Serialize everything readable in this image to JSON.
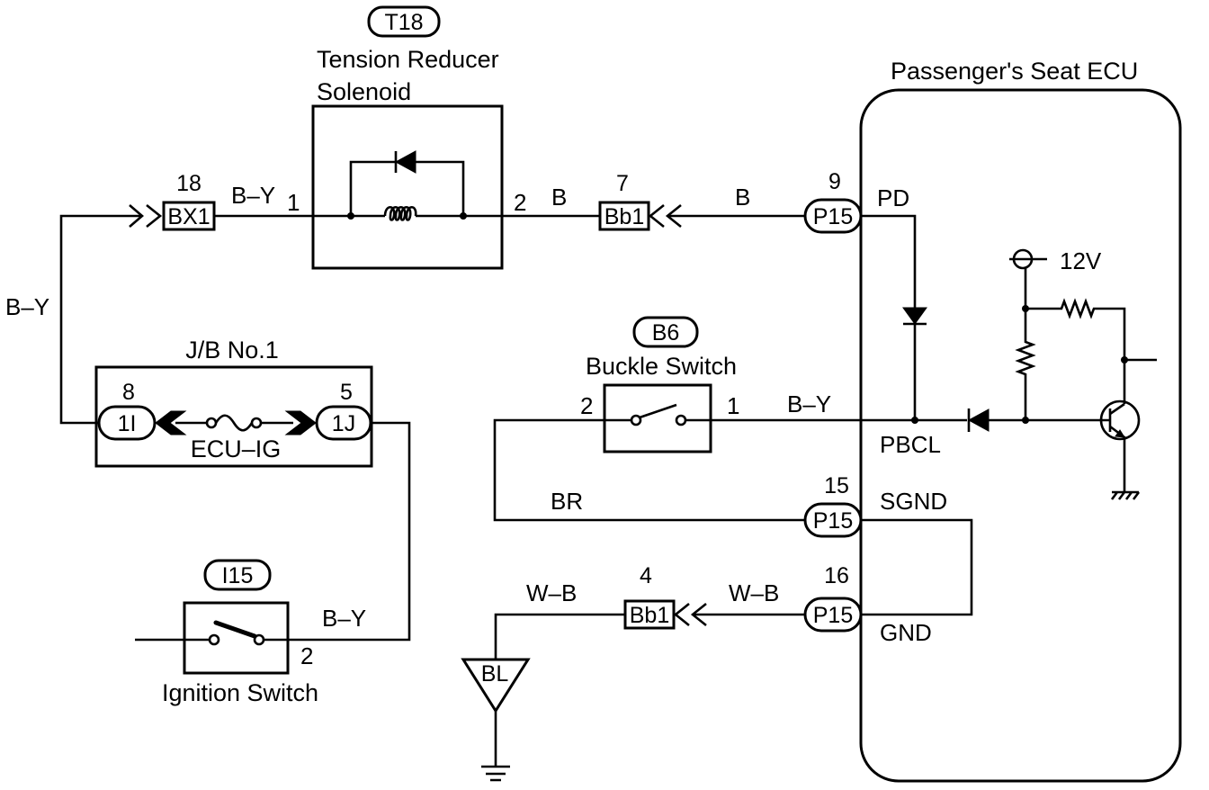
{
  "solenoid": {
    "code": "T18",
    "name_line1": "Tension Reducer",
    "name_line2": "Solenoid",
    "pin_in": "1",
    "pin_out": "2"
  },
  "ecu": {
    "name": "Passenger's Seat ECU",
    "terminal_pd": "PD",
    "terminal_pbcl": "PBCL",
    "terminal_sgnd": "SGND",
    "terminal_gnd": "GND",
    "supply": "12V"
  },
  "junction_block": {
    "name": "J/B No.1",
    "fuse": "ECU–IG",
    "connector_left": {
      "code": "1I",
      "pin": "8"
    },
    "connector_right": {
      "code": "1J",
      "pin": "5"
    }
  },
  "buckle_switch": {
    "code": "B6",
    "name": "Buckle Switch",
    "pin_left": "2",
    "pin_right": "1"
  },
  "ignition_switch": {
    "code": "I15",
    "name": "Ignition Switch",
    "pin_out": "2"
  },
  "connectors": {
    "bx1": {
      "code": "BX1",
      "pin": "18"
    },
    "bb1_top": {
      "code": "Bb1",
      "pin": "7"
    },
    "bb1_bottom": {
      "code": "Bb1",
      "pin": "4"
    },
    "p15_pd": {
      "code": "P15",
      "pin": "9"
    },
    "p15_sgnd": {
      "code": "P15",
      "pin": "15"
    },
    "p15_gnd": {
      "code": "P15",
      "pin": "16"
    }
  },
  "wires": {
    "bx1_to_solenoid": "B–Y",
    "feed_vertical": "B–Y",
    "solenoid_to_bb1": "B",
    "bb1_to_ecu": "B",
    "buckle_to_ecu": "B–Y",
    "buckle_ground": "BR",
    "ground_left": "W–B",
    "ground_right": "W–B",
    "ignition_to_jb": "B–Y"
  },
  "ground_point": {
    "code": "BL"
  }
}
